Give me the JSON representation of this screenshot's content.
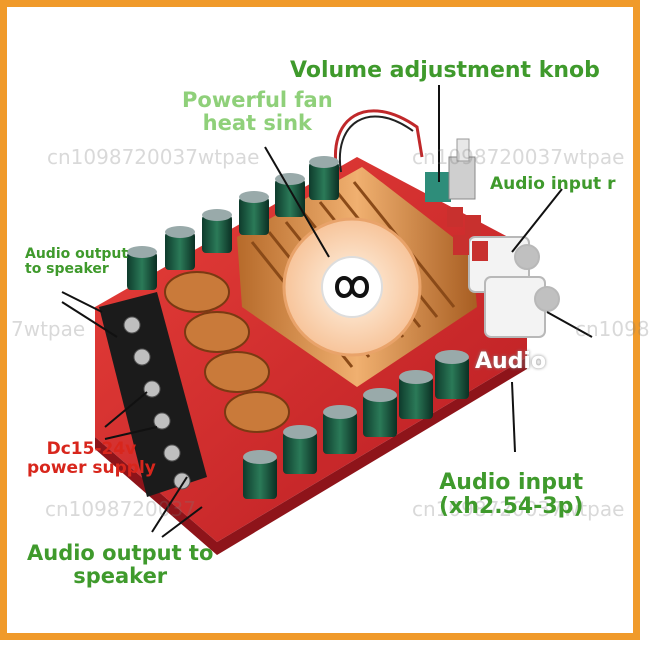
{
  "labels": {
    "volume_knob": "Volume adjustment knob",
    "fan_heat_sink_line1": "Powerful fan",
    "fan_heat_sink_line2": "heat sink",
    "audio_input_r": "Audio input r",
    "audio_output_top_line1": "Audio output",
    "audio_output_top_line2": "to speaker",
    "power_supply_line1": "Dc15-24v",
    "power_supply_line2": "power supply",
    "audio_output_bottom_line1": "Audio output to",
    "audio_output_bottom_line2": "speaker",
    "audio_input_main_line1": "Audio input",
    "audio_input_main_line2": "(xh2.54-3p)",
    "audio_overlay": "Audio"
  },
  "watermarks": {
    "wm1": "cn1098720037wtpae",
    "wm2": "cn1098720037wtpae",
    "wm3": "7wtpae",
    "wm4": "cn1098",
    "wm5": "cn1098720037",
    "wm6": "cn1098720037wtpae"
  },
  "colors": {
    "frame": "#f09a2a",
    "label_green": "#3f9a2c",
    "label_light_green": "#8fd07a",
    "label_red": "#d8261c",
    "board_red": "#d8262a",
    "heatsink_copper": "#d98a3c"
  }
}
